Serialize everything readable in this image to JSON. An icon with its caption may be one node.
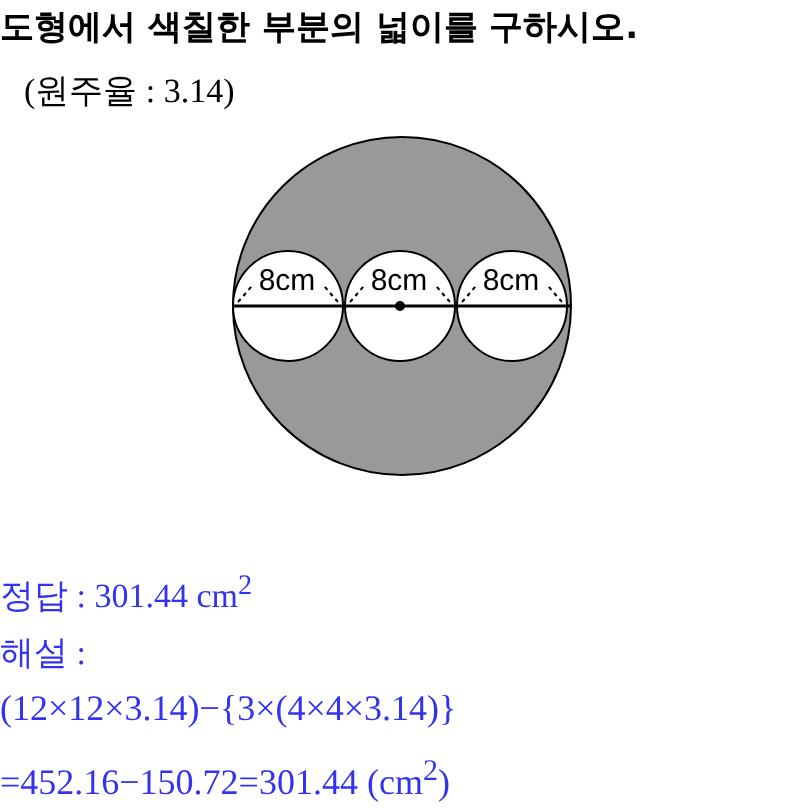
{
  "diagram": {
    "title": "도형에서 색칠한 부분의 넓이를 구하시오.",
    "nodes": [
      {
        "text": [],
        "shape": "circle"
      },
      {
        "text": [
          "8cm"
        ],
        "in": 0
      },
      {
        "text": [
          "8cm"
        ],
        "in": 0
      },
      {
        "text": [
          "8cm"
        ],
        "in": 0
      }
    ],
    "labels": [
      "(원주율 : 3.14)",
      "정답 : 301.44 cm$^{2}$",
      "해설 :",
      "(12×12×3.14)−{3×(4×4×3.14)}",
      "=452.16−150.72=301.44 (cm$^{2}$)"
    ]
  }
}
